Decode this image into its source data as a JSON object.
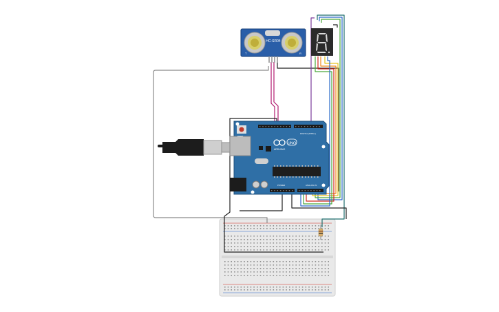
{
  "sensor": {
    "model": "HC-SR04",
    "pin_t": "T",
    "pin_r": "R"
  },
  "display": {
    "digit": "8"
  },
  "arduino": {
    "brand": "ARDUINO",
    "model": "UNO",
    "digital_label": "DIGITAL (PWM~)",
    "power_label": "POWER",
    "analog_label": "ANALOG IN",
    "reset_label": "RESET"
  },
  "colors": {
    "board": "#2f6fa6",
    "board_edge": "#1f4f7a",
    "sensor_board": "#2a5ea8",
    "display_body": "#2b2b2b",
    "segment_on": "#d9d9d9",
    "breadboard": "#e9e9e9",
    "wire_gray": "#8a8a8a",
    "wire_black": "#222222",
    "wire_magenta": "#b0186e",
    "wire_purple": "#7a3a9a",
    "wire_orange": "#f08a1c",
    "wire_red": "#d22a1e",
    "wire_green": "#4aa83a",
    "wire_yellow": "#e6c21a",
    "wire_blue": "#2a67c9",
    "wire_teal": "#1f6e6e",
    "resistor": "#d8b070"
  }
}
